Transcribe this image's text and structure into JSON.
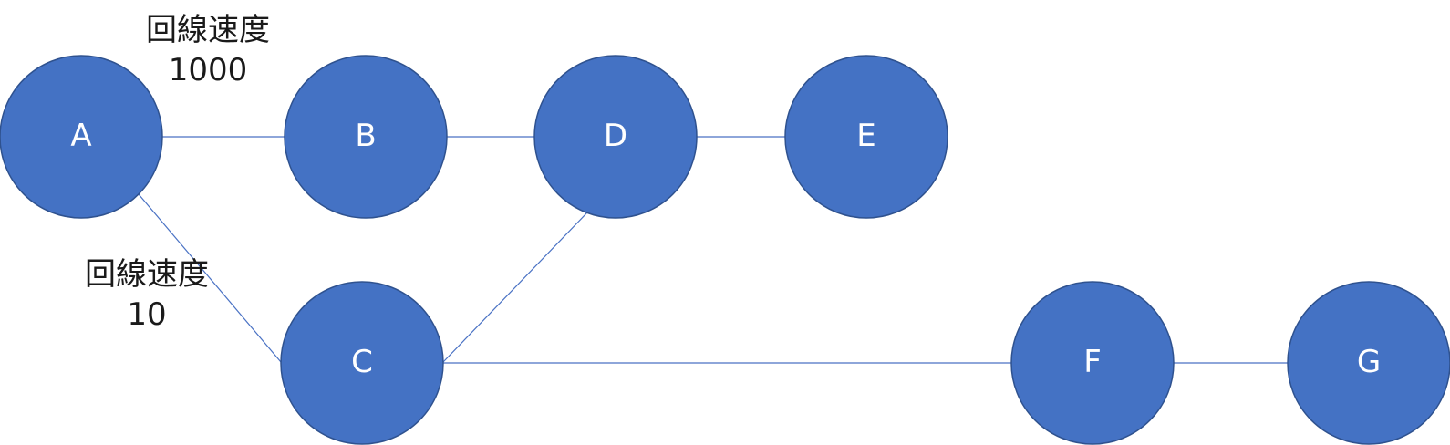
{
  "nodes": {
    "a": {
      "label": "A"
    },
    "b": {
      "label": "B"
    },
    "c": {
      "label": "C"
    },
    "d": {
      "label": "D"
    },
    "e": {
      "label": "E"
    },
    "f": {
      "label": "F"
    },
    "g": {
      "label": "G"
    }
  },
  "edges": [
    {
      "from": "a",
      "to": "b"
    },
    {
      "from": "b",
      "to": "d"
    },
    {
      "from": "d",
      "to": "e"
    },
    {
      "from": "a",
      "to": "c"
    },
    {
      "from": "c",
      "to": "d"
    },
    {
      "from": "c",
      "to": "f"
    },
    {
      "from": "f",
      "to": "g"
    }
  ],
  "annotations": {
    "ab": {
      "title": "回線速度",
      "value": "1000"
    },
    "ac": {
      "title": "回線速度",
      "value": "10"
    }
  },
  "colors": {
    "node_fill": "#4472c4",
    "node_border": "#2f528f",
    "edge": "#4a72c4",
    "node_text": "#ffffff",
    "label_text": "#1a1a1a"
  }
}
